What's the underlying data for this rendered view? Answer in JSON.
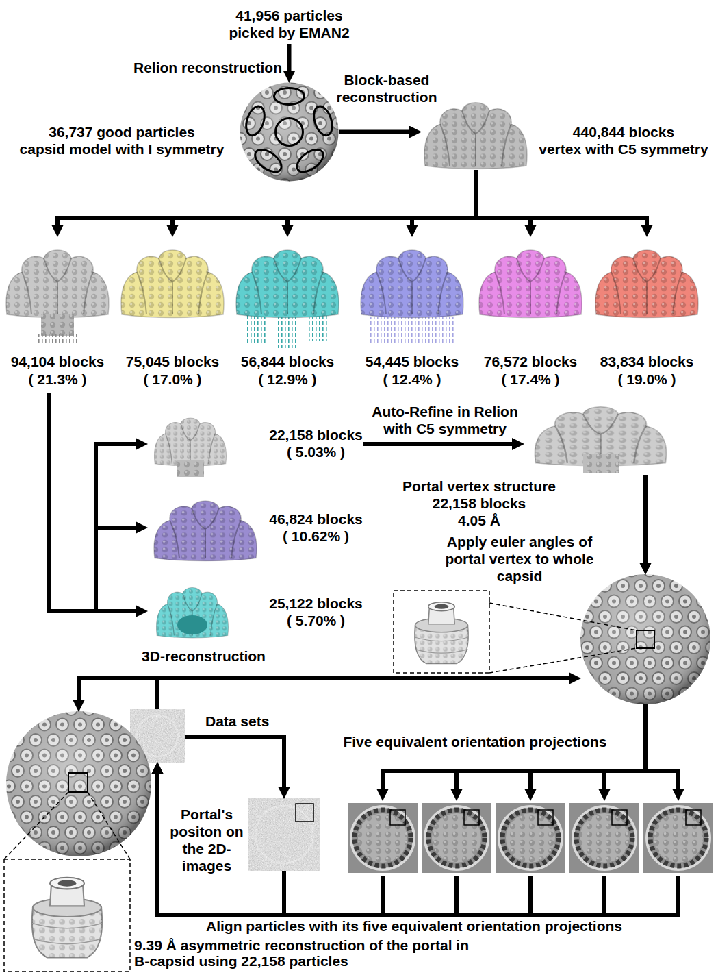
{
  "diagram": {
    "nodes": [
      {
        "text": [
          "41,956 particles picked by EMAN2"
        ]
      },
      {
        "text": [
          "36,737 good particles",
          "capsid model with I symmetry"
        ]
      },
      {
        "text": [
          "440,844 blocks",
          "vertex with C5 symmetry"
        ]
      },
      {
        "text": [
          "94,104 blocks",
          "( 21.3% )"
        ]
      },
      {
        "text": [
          "75,045 blocks",
          "( 17.0% )"
        ]
      },
      {
        "text": [
          "56,844 blocks",
          "( 12.9% )"
        ]
      },
      {
        "text": [
          "54,445 blocks",
          "( 12.4% )"
        ]
      },
      {
        "text": [
          "76,572 blocks",
          "( 17.4% )"
        ]
      },
      {
        "text": [
          "83,834 blocks",
          "( 19.0% )"
        ]
      },
      {
        "text": [
          "22,158 blocks",
          "( 5.03% )"
        ]
      },
      {
        "text": [
          "46,824 blocks",
          "( 10.62% )"
        ]
      },
      {
        "text": [
          "25,122 blocks",
          "( 5.70% )"
        ]
      },
      {
        "text": [
          "Portal vertex structure",
          "22,158 blocks",
          "4.05 Å"
        ]
      },
      {
        "text": [
          "Apply euler angles of portal vertex to whole capsid"
        ]
      },
      {
        "text": [
          "Five equivalent orientation projections"
        ]
      },
      {
        "text": [
          "Data sets"
        ]
      },
      {
        "text": [
          "Portal's positon on the 2D-images"
        ]
      },
      {
        "text": [
          "9.39 Å asymmetric reconstruction of the portal in B-capsid using 22,158 particles"
        ]
      }
    ],
    "edges": [
      {
        "from": 0,
        "to": 1,
        "label": "Relion reconstruction",
        "arrow": "to"
      },
      {
        "from": 1,
        "to": 2,
        "label": "Block-based reconstruction",
        "arrow": "to"
      },
      {
        "from": 2,
        "to": 3,
        "arrow": "to"
      },
      {
        "from": 2,
        "to": 4,
        "arrow": "to"
      },
      {
        "from": 2,
        "to": 5,
        "arrow": "to"
      },
      {
        "from": 2,
        "to": 6,
        "arrow": "to"
      },
      {
        "from": 2,
        "to": 7,
        "arrow": "to"
      },
      {
        "from": 2,
        "to": 8,
        "arrow": "to"
      },
      {
        "from": 3,
        "to": 9,
        "arrow": "to"
      },
      {
        "from": 3,
        "to": 10,
        "arrow": "to"
      },
      {
        "from": 3,
        "to": 11,
        "arrow": "to"
      },
      {
        "from": 9,
        "to": 12,
        "label": "Auto-Refine in Relion with C5 symmetry",
        "arrow": "to"
      },
      {
        "from": 12,
        "to": 13,
        "arrow": "to"
      },
      {
        "from": 13,
        "to": 14,
        "arrow": "to"
      },
      {
        "from": 15,
        "to": 13,
        "arrow": "to"
      },
      {
        "from": 15,
        "to": 17,
        "arrow": "to"
      },
      {
        "from": 15,
        "to": 16,
        "arrow": "to"
      },
      {
        "from": 14,
        "to": 15,
        "label": "Align particles with its five equivalent orientation projections",
        "arrow": "to"
      },
      {
        "from": 16,
        "to": 15,
        "arrow": "to"
      }
    ],
    "labels": [
      "3D-reconstruction"
    ]
  }
}
